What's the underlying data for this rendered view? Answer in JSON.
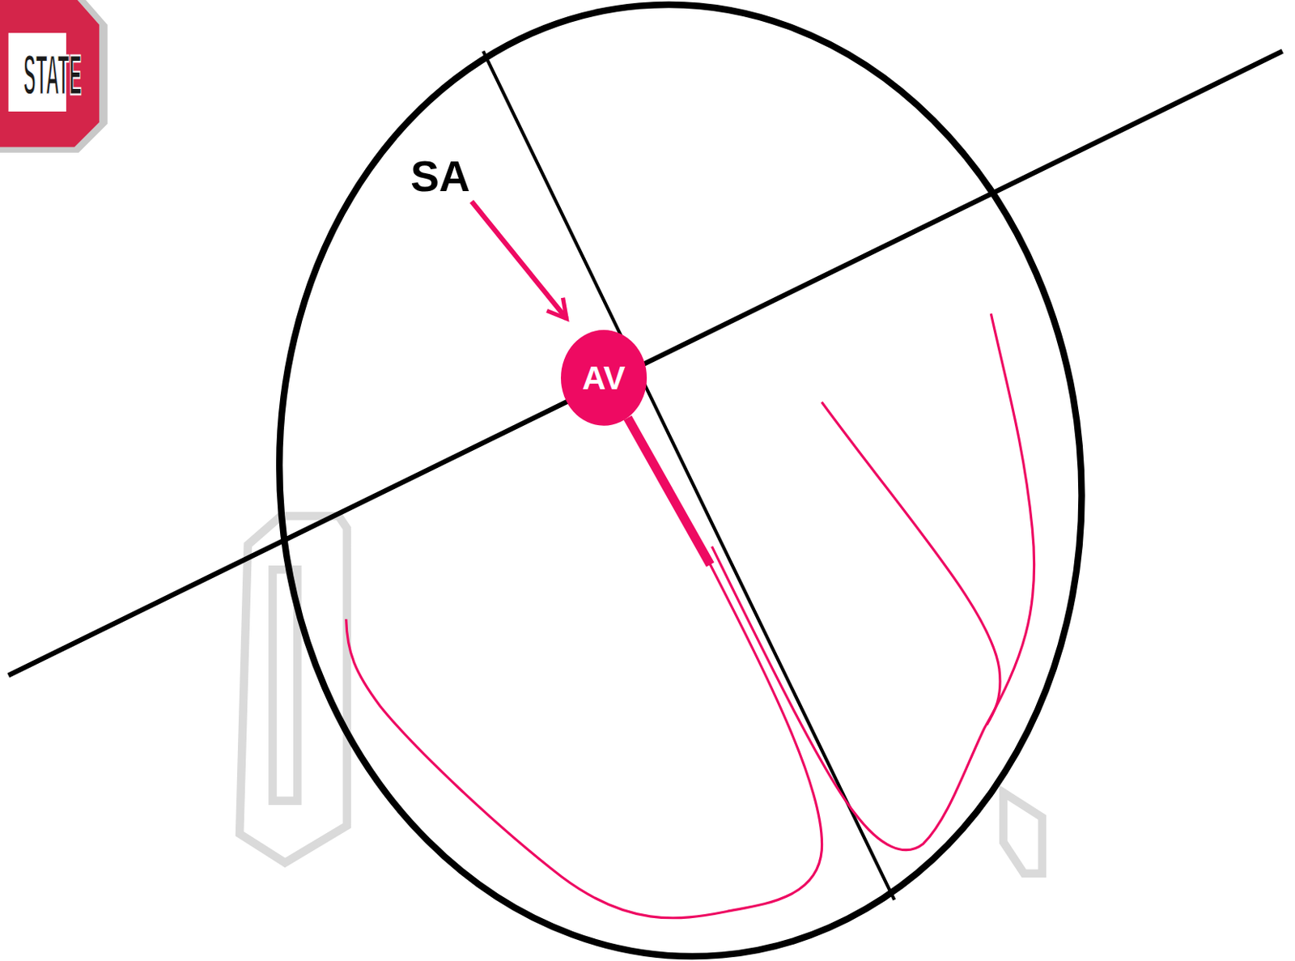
{
  "diagram": {
    "nodes": [
      {
        "text": [
          "AV"
        ]
      }
    ],
    "labels": [
      "SA",
      "STATE"
    ]
  }
}
